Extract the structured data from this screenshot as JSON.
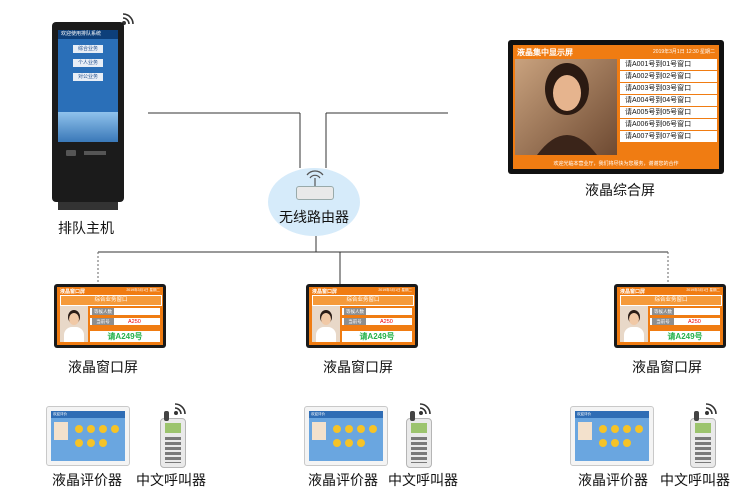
{
  "labels": {
    "kiosk": "排队主机",
    "router": "无线路由器",
    "main_screen": "液晶综合屏",
    "window_screen": "液晶窗口屏",
    "evaluator": "液晶评价器",
    "pager": "中文呼叫器"
  },
  "main_screen_display": {
    "title": "液晶集中显示屏",
    "datetime": "2019年3月1日 12:30  星期二",
    "rows": [
      "请A001号到01号窗口",
      "请A002号到02号窗口",
      "请A003号到03号窗口",
      "请A004号到04号窗口",
      "请A005号到05号窗口",
      "请A006号到06号窗口",
      "请A007号到07号窗口"
    ],
    "footer": "欢迎光临本营业厅，我们将尽快为您服务，谢谢您的合作"
  },
  "window_screen_display": {
    "title": "液晶窗口屏",
    "datetime": "2019年3月1日 星期二",
    "counter": "综合业务窗口",
    "waiting_label": "等候人数",
    "number_label": "当前号",
    "current_number": "A250",
    "calling": "请A249号"
  },
  "kiosk_display": {
    "header": "欢迎使用排队系统",
    "buttons": [
      "综合业务",
      "个人业务",
      "对公业务"
    ]
  },
  "evaluator_display": {
    "header": "欢迎评价"
  },
  "colors": {
    "screen_orange": "#f07c12",
    "router_cloud": "#d6ebfa",
    "call_green": "#24b14a"
  }
}
